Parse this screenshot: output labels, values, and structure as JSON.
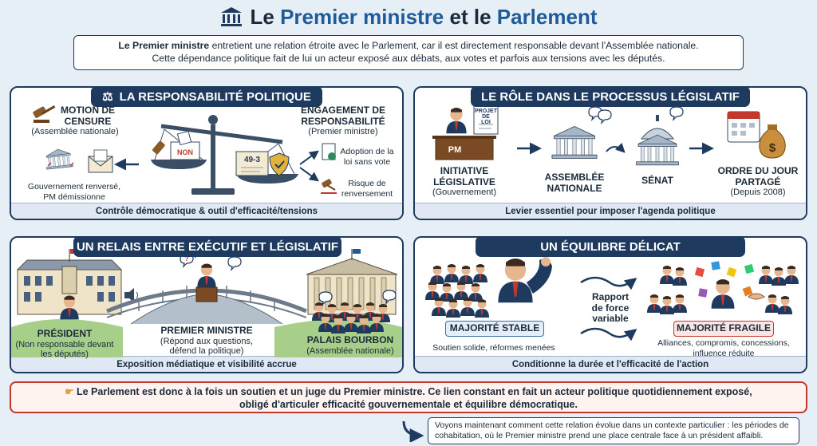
{
  "header": {
    "title_pre": "Le ",
    "title_b1": "Premier ministre",
    "title_mid": " et le ",
    "title_b2": "Parlement",
    "icon": "bank-icon"
  },
  "intro": {
    "bold": "Le Premier ministre",
    "line1": " entretient une relation étroite avec le Parlement, car il est directement responsable devant l'Assemblée nationale.",
    "line2": "Cette dépendance politique fait de lui un acteur exposé aux débats, aux votes et parfois aux tensions avec les députés."
  },
  "panels": {
    "resp": {
      "title": "LA RESPONSABILITÉ POLITIQUE",
      "icon": "scales-icon",
      "motion_t1": "MOTION DE",
      "motion_t2": "CENSURE",
      "motion_sub": "(Assemblée nationale)",
      "gouv1": "Gouvernement renversé,",
      "gouv2": "PM démissionne",
      "ballot": "NON",
      "doc": "49-3",
      "eng1": "ENGAGEMENT DE",
      "eng2": "RESPONSABILITÉ",
      "eng_sub": "(Premier ministre)",
      "adopt1": "Adoption de la",
      "adopt2": "loi sans vote",
      "risk1": "Risque de",
      "risk2": "renversement",
      "footer": "Contrôle démocratique & outil d'efficacité/tensions"
    },
    "role": {
      "title": "LE RÔLE DANS LE PROCESSUS LÉGISLATIF",
      "pm": "PM",
      "proj1": "PROJET",
      "proj2": "DE",
      "proj3": "LOI",
      "init1": "INITIATIVE",
      "init2": "LÉGISLATIVE",
      "init_sub": "(Gouvernement)",
      "an1": "ASSEMBLÉE",
      "an2": "NATIONALE",
      "senat": "SÉNAT",
      "odj1": "ORDRE DU JOUR",
      "odj2": "PARTAGÉ",
      "odj_sub": "(Depuis 2008)",
      "footer": "Levier essentiel pour imposer l'agenda politique"
    },
    "relais": {
      "title": "UN RELAIS ENTRE EXÉCUTIF ET LÉGISLATIF",
      "pres": "PRÉSIDENT",
      "pres_sub1": "(Non responsable devant",
      "pres_sub2": "les députés)",
      "pm": "PREMIER MINISTRE",
      "pm_sub1": "(Répond aux questions,",
      "pm_sub2": "défend la politique)",
      "pb": "PALAIS BOURBON",
      "pb_sub": "(Assemblée nationale)",
      "footer": "Exposition médiatique et visibilité accrue"
    },
    "equil": {
      "title": "UN ÉQUILIBRE DÉLICAT",
      "rapport1": "Rapport",
      "rapport2": "de force",
      "rapport3": "variable",
      "stable": "MAJORITÉ STABLE",
      "stable_sub": "Soutien solide, réformes menées",
      "fragile": "MAJORITÉ FRAGILE",
      "fragile_sub1": "Alliances, compromis, concessions,",
      "fragile_sub2": "influence réduite",
      "footer": "Conditionne la durée et l'efficacité de l'action"
    }
  },
  "conclusion": {
    "icon": "pointing-hand-icon",
    "line1": "Le Parlement est donc à la fois un soutien et un juge du Premier ministre. Ce lien constant en fait un acteur politique quotidiennement exposé,",
    "line2": "obligé d'articuler efficacité gouvernementale et équilibre démocratique."
  },
  "next": {
    "text": "Voyons maintenant comment cette relation évolue dans un contexte particulier : les périodes de cohabitation, où le Premier ministre prend une place centrale face à un président affaibli."
  },
  "colors": {
    "navy": "#1e3a5f",
    "blue": "#1f5a99",
    "red": "#c0392b"
  }
}
